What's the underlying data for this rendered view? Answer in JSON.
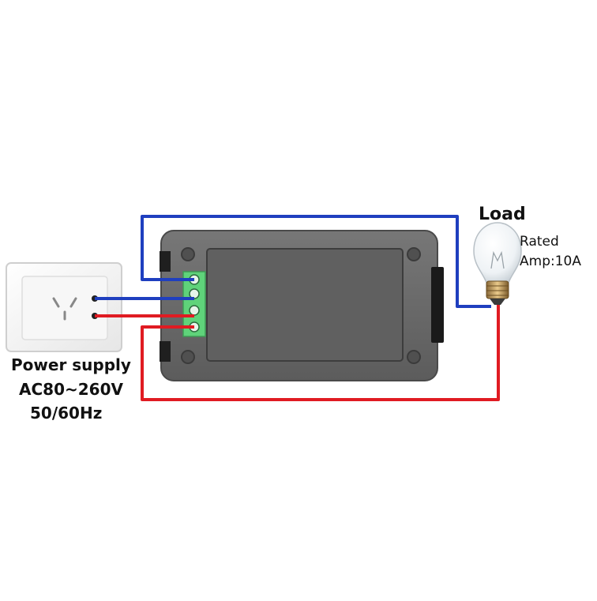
{
  "labels": {
    "load": "Load",
    "rated_line1": "Rated",
    "rated_line2": "Amp:10A",
    "power_supply": "Power supply",
    "voltage": "AC80~260V",
    "frequency": "50/60Hz"
  },
  "colors": {
    "neutral_wire": "#1f3fbf",
    "live_wire": "#e01b22",
    "meter_body": "#6b6b6b",
    "terminal_block": "#5fd37a"
  },
  "icons": {
    "socket": "wall-socket-icon",
    "bulb": "light-bulb-icon",
    "meter": "power-meter-icon"
  }
}
